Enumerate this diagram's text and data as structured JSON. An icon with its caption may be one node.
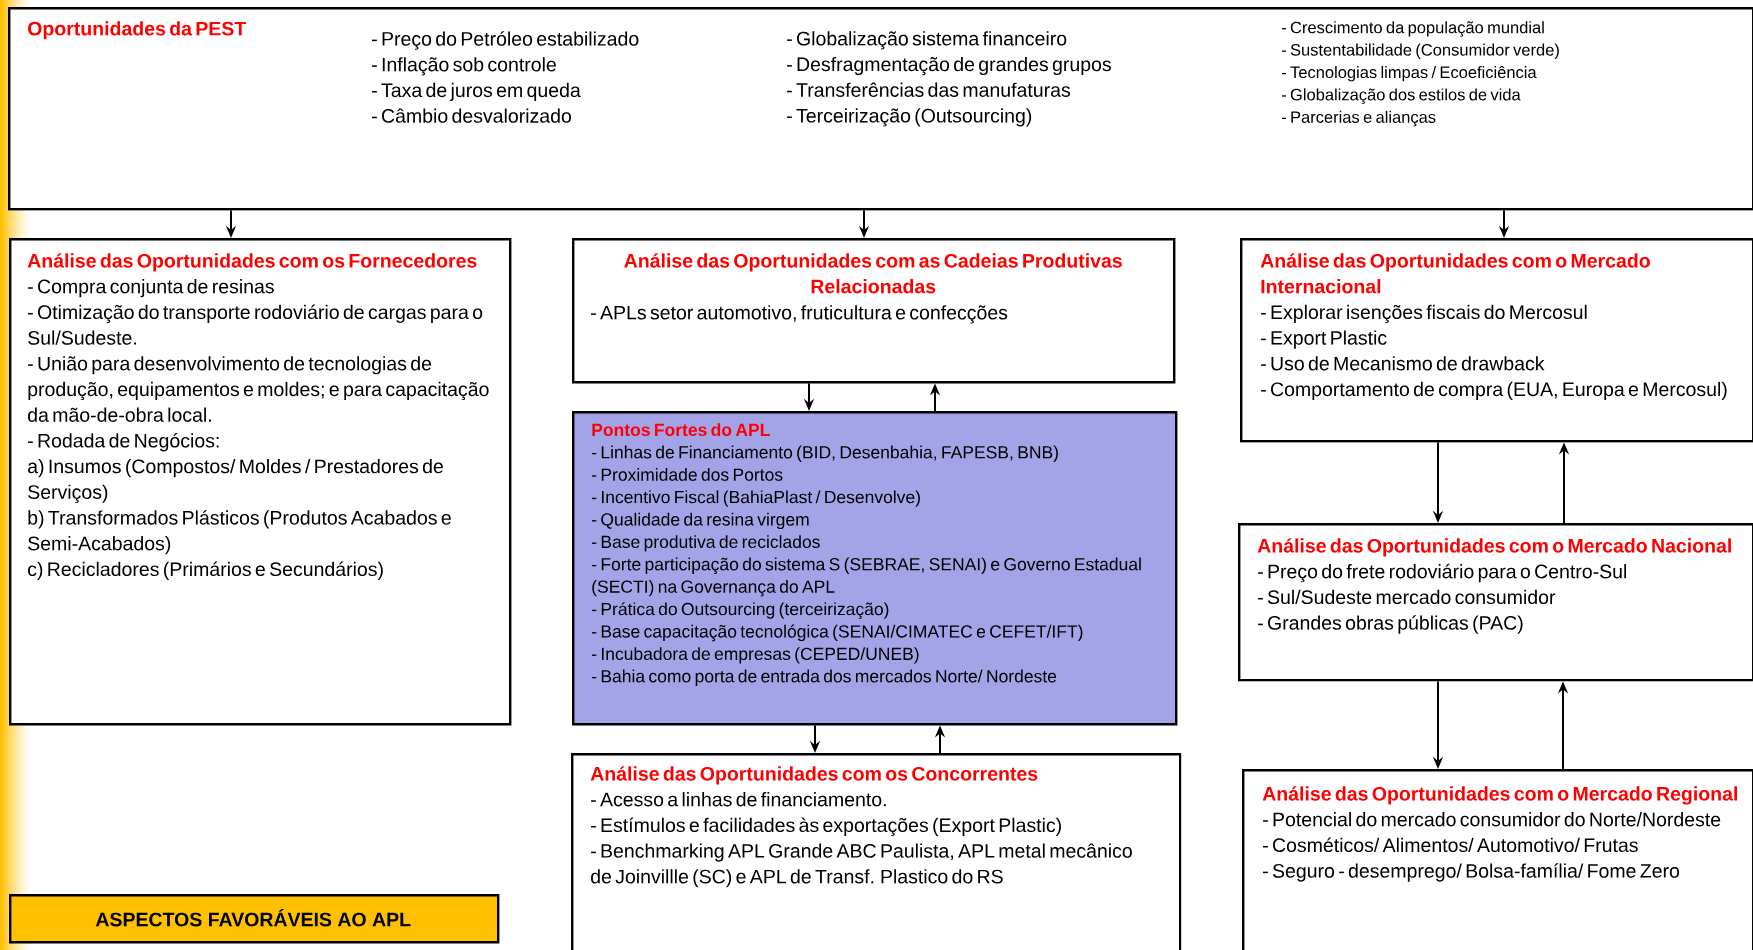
{
  "diagram": {
    "nodes": [
      {
        "text": [
          "Oportunidades da PEST",
          "- Preço do Petróleo estabilizado",
          "- Inflação sob controle",
          "- Taxa de juros em queda",
          "- Câmbio desvalorizado",
          "- Globalização sistema financeiro",
          "- Desfragmentação de grandes grupos",
          "- Transferências das manufaturas",
          "- Terceirização (Outsourcing)",
          "- Crescimento da população mundial",
          "- Sustentabilidade (Consumidor verde)",
          "- Tecnologias limpas / Ecoeficiência",
          "- Globalização dos estilos de vida",
          "- Parcerias e alianças"
        ]
      },
      {
        "text": [
          "Análise das Oportunidades com os Fornecedores",
          "- Compra conjunta de resinas",
          "- Otimização do transporte rodoviário de cargas para o Sul/Sudeste.",
          "- União para desenvolvimento de tecnologias de produção, equipamentos e moldes; e para capacitação da mão-de-obra local.",
          "- Rodada de Negócios:",
          "a) Insumos (Compostos/ Moldes / Prestadores de Serviços)",
          "b) Transformados Plásticos (Produtos Acabados e Semi-Acabados)",
          "c) Recicladores (Primários e Secundários)"
        ]
      },
      {
        "text": [
          "Análise das Oportunidades com as Cadeias Produtivas Relacionadas",
          "- APLs setor automotivo, fruticultura e confecções"
        ]
      },
      {
        "text": [
          "Pontos Fortes do APL",
          "- Linhas de Financiamento (BID, Desenbahia, FAPESB, BNB)",
          "- Proximidade dos Portos",
          "- Incentivo Fiscal (BahiaPlast / Desenvolve)",
          "- Qualidade da resina virgem",
          "- Base produtiva de reciclados",
          "- Forte participação do sistema S (SEBRAE, SENAI) e Governo Estadual (SECTI) na Governança do APL",
          "- Prática do Outsourcing (terceirização)",
          "- Base capacitação tecnológica (SENAI/CIMATEC e CEFET/IFT)",
          "- Incubadora de empresas (CEPED/UNEB)",
          "- Bahia como porta de entrada dos mercados Norte/ Nordeste"
        ]
      },
      {
        "text": [
          "Análise das Oportunidades com os Concorrentes",
          "- Acesso a linhas de financiamento.",
          "- Estímulos e facilidades às exportações (Export Plastic)",
          "- Benchmarking APL Grande ABC Paulista, APL metal mecânico de Joinvillle (SC) e APL de Transf. Plastico do RS"
        ]
      },
      {
        "text": [
          "Análise das Oportunidades com o Mercado Internacional",
          "- Explorar isenções fiscais do Mercosul",
          "- Export Plastic",
          "- Uso de Mecanismo de drawback",
          "- Comportamento de compra (EUA, Europa e Mercosul)"
        ]
      },
      {
        "text": [
          "Análise das Oportunidades com o Mercado Nacional",
          "- Preço do frete rodoviário para o Centro-Sul",
          "- Sul/Sudeste mercado consumidor",
          "- Grandes obras públicas (PAC)"
        ]
      },
      {
        "text": [
          "Análise das Oportunidades com o Mercado Regional",
          "- Potencial do mercado consumidor do Norte/Nordeste",
          "- Cosméticos/ Alimentos/ Automotivo/ Frutas",
          "- Seguro - desemprego/ Bolsa-família/ Fome Zero"
        ]
      },
      {
        "text": [
          "ASPECTOS FAVORÁVEIS AO APL"
        ]
      }
    ],
    "edges": [
      {
        "from": 0,
        "to": 1,
        "arrow": "to"
      },
      {
        "from": 0,
        "to": 2,
        "arrow": "to"
      },
      {
        "from": 0,
        "to": 5,
        "arrow": "to"
      },
      {
        "from": 2,
        "to": 3,
        "arrow": "to"
      },
      {
        "from": 3,
        "to": 2,
        "arrow": "to"
      },
      {
        "from": 3,
        "to": 4,
        "arrow": "to"
      },
      {
        "from": 4,
        "to": 3,
        "arrow": "to"
      },
      {
        "from": 5,
        "to": 6,
        "arrow": "to"
      },
      {
        "from": 6,
        "to": 5,
        "arrow": "to"
      },
      {
        "from": 6,
        "to": 7,
        "arrow": "to"
      },
      {
        "from": 7,
        "to": 6,
        "arrow": "to"
      }
    ]
  }
}
